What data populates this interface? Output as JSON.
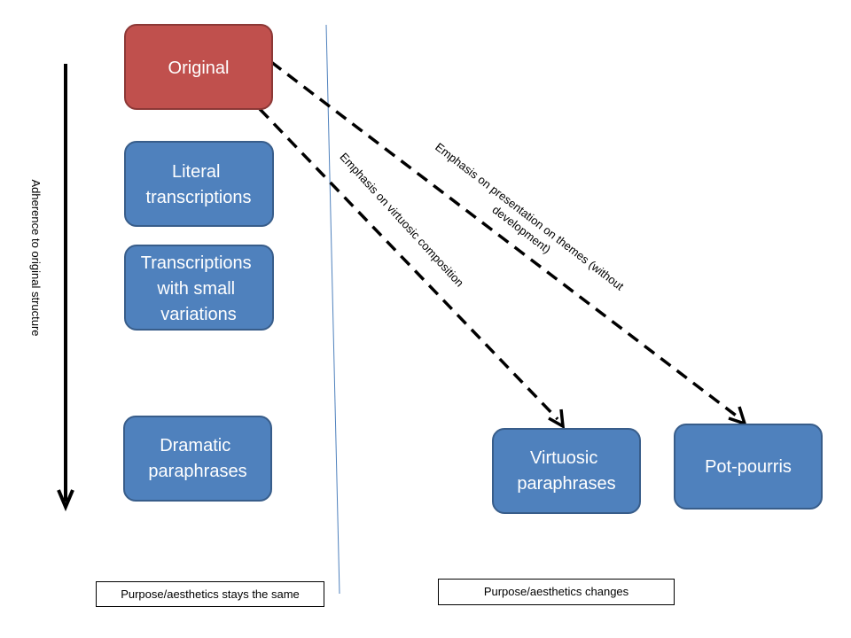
{
  "colors": {
    "original_fill": "#c0504d",
    "original_stroke": "#8c3836",
    "node_fill": "#4f81bd",
    "node_stroke": "#385d8a",
    "divider": "#4f81bd"
  },
  "axis": {
    "label": "Adherence to original structure"
  },
  "nodes": {
    "original": {
      "lines": [
        "Original"
      ]
    },
    "literal": {
      "lines": [
        "Literal",
        "transcriptions"
      ]
    },
    "small_variations": {
      "lines": [
        "Transcriptions",
        "with small",
        "variations"
      ]
    },
    "dramatic": {
      "lines": [
        "Dramatic",
        "paraphrases"
      ]
    },
    "virtuosic": {
      "lines": [
        "Virtuosic",
        "paraphrases"
      ]
    },
    "potpourris": {
      "lines": [
        "Pot-pourris"
      ]
    }
  },
  "edges": {
    "virtuosic": {
      "lines": [
        "Emphasis on virtuosic composition"
      ]
    },
    "potpourris": {
      "lines": [
        "Emphasis on presentation on themes (without",
        "development)"
      ]
    }
  },
  "captions": {
    "left": "Purpose/aesthetics stays the same",
    "right": "Purpose/aesthetics changes"
  }
}
